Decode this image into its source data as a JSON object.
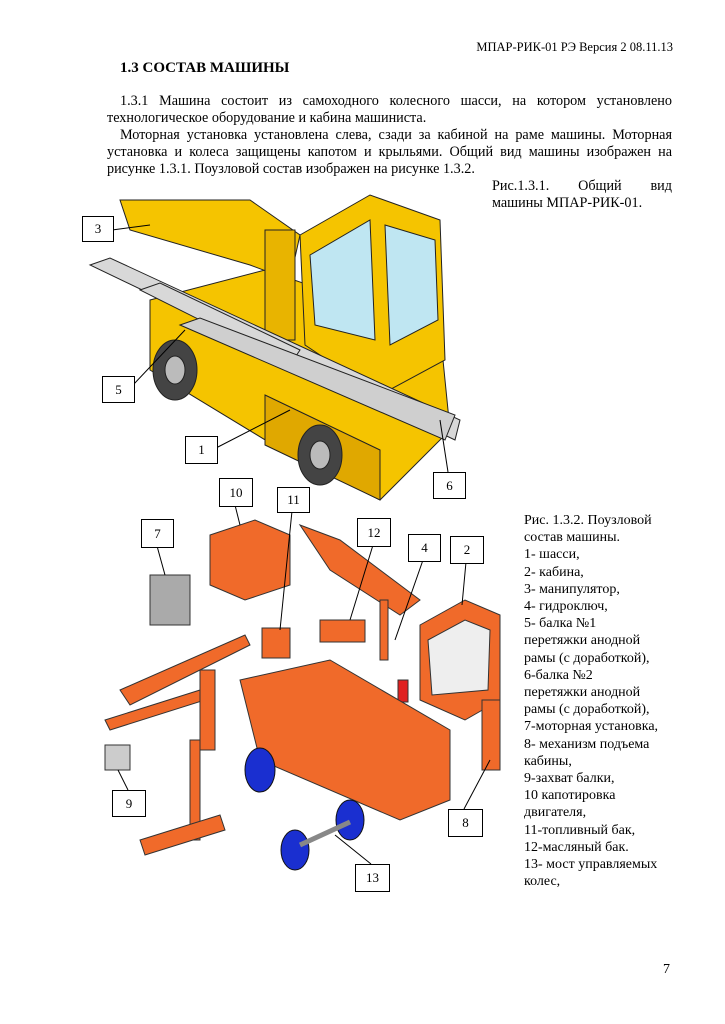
{
  "header": {
    "doc_id": "МПАР-РИК-01 РЭ Версия 2 08.11.13"
  },
  "section_title": "1.3 СОСТАВ МАШИНЫ",
  "paragraphs": [
    "1.3.1 Машина состоит из самоходного колесного шасси, на котором установлено технологическое оборудование и кабина машиниста.",
    "Моторная установка установлена слева, сзади за кабиной на раме машины. Моторная установка и колеса защищены капотом и крыльями. Общий вид машины изображен на рисунке 1.3.1. Поузловой состав изображен на рисунке 1.3.2."
  ],
  "figure1": {
    "caption_lines": [
      "Рис.1.3.1. Общий вид",
      "машины МПАР-РИК-01."
    ],
    "callouts": [
      "3",
      "5",
      "1",
      "6"
    ]
  },
  "figure2": {
    "caption_lines": [
      "Рис. 1.3.2. Поузловой",
      "состав машины.",
      "1- шасси,",
      "2- кабина,",
      "3- манипулятор,",
      "4- гидроключ,",
      "5- балка №1",
      "перетяжки анодной",
      "рамы (с доработкой),",
      "6-балка №2",
      "перетяжки анодной",
      "рамы (с доработкой),",
      "7-моторная установка,",
      "8- механизм подъема",
      "кабины,",
      "9-захват балки,",
      "10 капотировка",
      "двигателя,",
      "11-топливный бак,",
      "12-масляный бак.",
      "13- мост управляемых",
      "колес,"
    ],
    "callouts": [
      "10",
      "11",
      "7",
      "12",
      "4",
      "2",
      "9",
      "8",
      "13"
    ]
  },
  "page_number": "7",
  "colors": {
    "machine_yellow": "#f5c400",
    "parts_orange": "#f06a2a",
    "wheel_blue": "#1a2fd0",
    "glass": "#bfe6f2"
  }
}
